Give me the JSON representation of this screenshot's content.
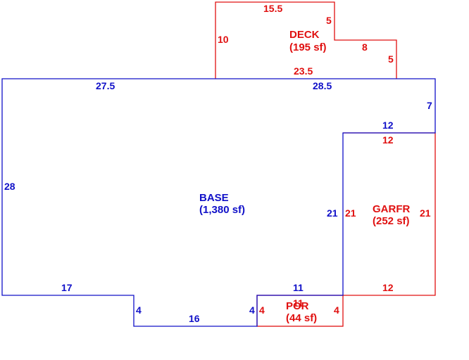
{
  "colors": {
    "base": "#1010c8",
    "addition": "#e01010",
    "background": "#ffffff"
  },
  "areas": {
    "base": {
      "name": "BASE",
      "sqft": "(1,380 sf)"
    },
    "deck": {
      "name": "DECK",
      "sqft": "(195 sf)"
    },
    "garage": {
      "name": "GARFR",
      "sqft": "(252 sf)"
    },
    "porch": {
      "name": "POR",
      "sqft": "(44 sf)"
    }
  },
  "dimensions": {
    "base": {
      "top_left": "27.5",
      "top_right": "28.5",
      "right_upper": "7",
      "notch_top": "12",
      "notch_side": "21",
      "notch_bottom": "11",
      "step_right": "4",
      "bottom": "16",
      "step_left": "4",
      "lower_left": "17",
      "left": "28"
    },
    "deck": {
      "top": "15.5",
      "step_down": "5",
      "step_over": "8",
      "right": "5",
      "bottom": "23.5",
      "left": "10"
    },
    "garage": {
      "top": "12",
      "left": "21",
      "right": "21",
      "bottom": "12"
    },
    "porch": {
      "top": "11",
      "left": "4",
      "right": "4"
    }
  }
}
